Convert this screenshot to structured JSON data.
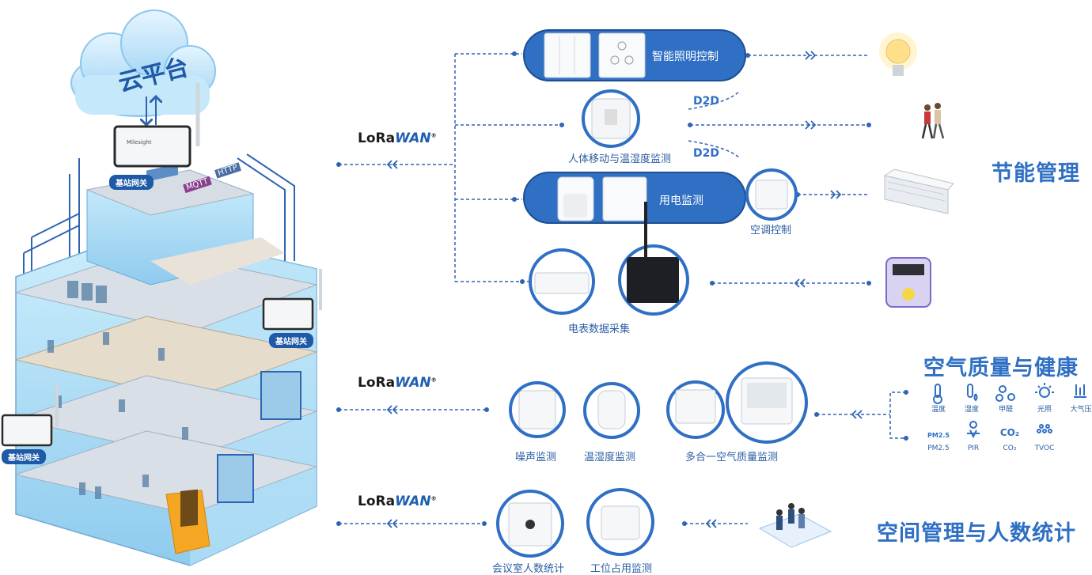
{
  "cloud": {
    "label": "云平台"
  },
  "gateways": {
    "top": "基站网关",
    "right": "基站网关",
    "left": "基站网关"
  },
  "building_tags": {
    "http": "HTTP",
    "mqtt": "MQTT"
  },
  "lorawan": {
    "lo": "LoRa",
    "wan": "WAN",
    "tm": "®"
  },
  "sections": {
    "energy": "节能管理",
    "air": "空气质量与健康",
    "space": "空间管理与人数统计"
  },
  "devices": {
    "lighting": "智能照明控制",
    "motion": "人体移动与温湿度监测",
    "power": "用电监测",
    "ac": "空调控制",
    "meter": "电表数据采集",
    "noise": "噪声监测",
    "temp_humidity": "温湿度监测",
    "multi_air": "多合一空气质量监测",
    "meeting_room": "会议室人数统计",
    "desk": "工位占用监测"
  },
  "d2d": {
    "top": "D2D",
    "bottom": "D2D"
  },
  "air_icons": [
    {
      "icon": "thermometer-icon",
      "label": "温度"
    },
    {
      "icon": "humidity-icon",
      "label": "湿度"
    },
    {
      "icon": "formaldehyde-icon",
      "label": "甲醛"
    },
    {
      "icon": "light-icon",
      "label": "光照"
    },
    {
      "icon": "pressure-icon",
      "label": "大气压"
    },
    {
      "icon": "pm25-icon",
      "label": "PM2.5",
      "glyph": "PM2.5"
    },
    {
      "icon": "pir-icon",
      "label": "PIR"
    },
    {
      "icon": "co2-icon",
      "label": "CO₂",
      "glyph": "CO₂"
    },
    {
      "icon": "tvoc-icon",
      "label": "TVOC"
    }
  ],
  "colors": {
    "primary": "#2f6fc4",
    "dark": "#1e4f93",
    "line": "#2f64b4",
    "glass": "#a9d8f2"
  }
}
